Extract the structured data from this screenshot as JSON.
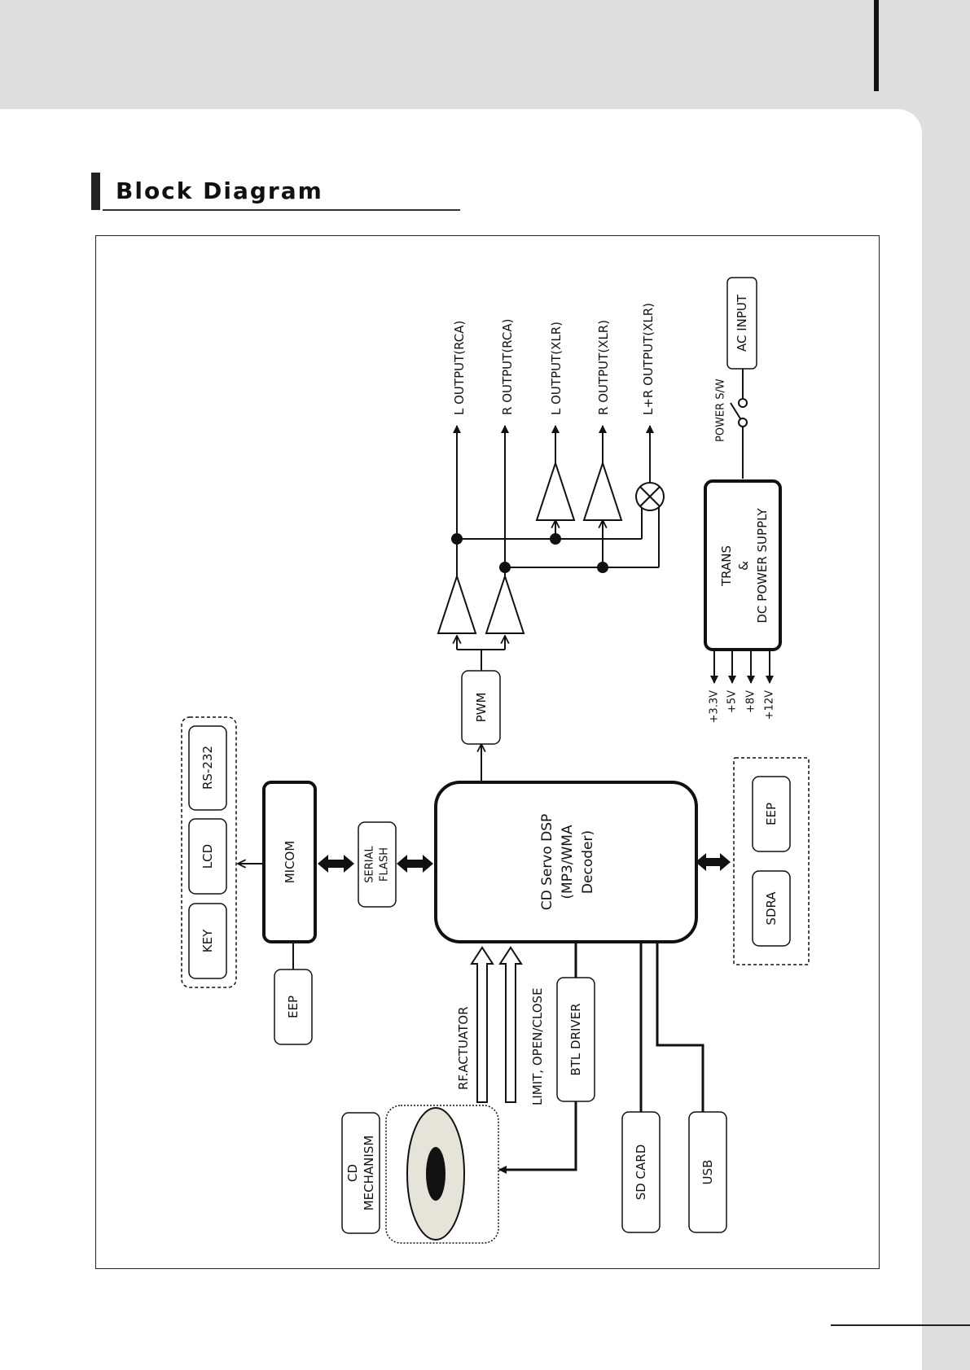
{
  "header": {
    "title": "Block Diagram"
  },
  "blocks": {
    "key": "KEY",
    "lcd": "LCD",
    "rs232": "RS-232",
    "micom": "MICOM",
    "eep_micom": "EEP",
    "serial_flash": [
      "SERIAL",
      "FLASH"
    ],
    "dsp": [
      "CD  Servo  DSP",
      "(MP3/WMA",
      "Decoder)"
    ],
    "pwm": "PWM",
    "sdra": "SDRA",
    "eep_dsp": "EEP",
    "btl_driver": "BTL  DRIVER",
    "cd_mechanism": [
      "CD",
      "MECHANISM"
    ],
    "sd_card": "SD  CARD",
    "usb": "USB",
    "power_supply": [
      "TRANS",
      "&",
      "DC  POWER  SUPPLY"
    ],
    "ac_input": "AC  INPUT"
  },
  "signals": {
    "rf_actuator": "RF.ACTUATOR",
    "limit_open_close": "LIMIT,  OPEN/CLOSE",
    "power_sw": "POWER  S/W"
  },
  "outputs": [
    "L  OUTPUT(RCA)",
    "R  OUTPUT(RCA)",
    "L  OUTPUT(XLR)",
    "R  OUTPUT(XLR)",
    "L+R  OUTPUT(XLR)"
  ],
  "voltages": [
    "+3.3V",
    "+5V",
    "+8V",
    "+12V"
  ],
  "colors": {
    "disc_fill": "#e6e4d8",
    "frame": "#222222",
    "sheet": "#ffffff",
    "background": "#dedede"
  }
}
